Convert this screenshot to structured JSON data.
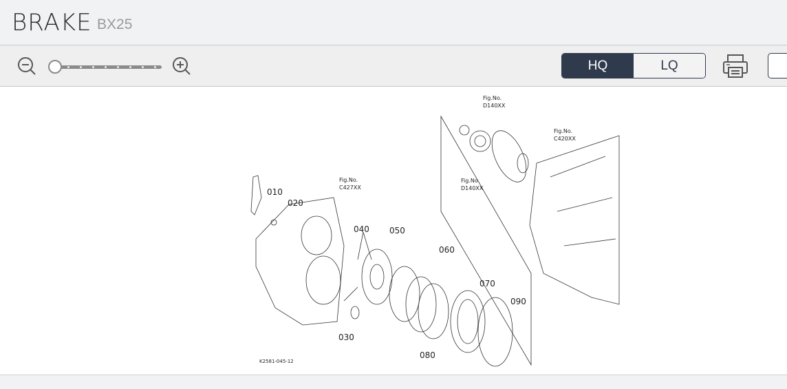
{
  "header": {
    "title": "BRAKE",
    "model": "BX25"
  },
  "toolbar": {
    "zoom_level": 0,
    "quality_options": [
      "HQ",
      "LQ"
    ],
    "selected_quality": "HQ"
  },
  "diagram": {
    "part_labels": [
      "010",
      "020",
      "030",
      "040",
      "050",
      "060",
      "070",
      "080",
      "090"
    ],
    "fig_refs": [
      {
        "label": "Fig.No.",
        "code": "D140XX"
      },
      {
        "label": "Fig.No.",
        "code": "D140XX"
      },
      {
        "label": "Fig.No.",
        "code": "C420XX"
      },
      {
        "label": "Fig.No.",
        "code": "C427XX"
      }
    ],
    "drawing_code": "K2581-045-12"
  }
}
